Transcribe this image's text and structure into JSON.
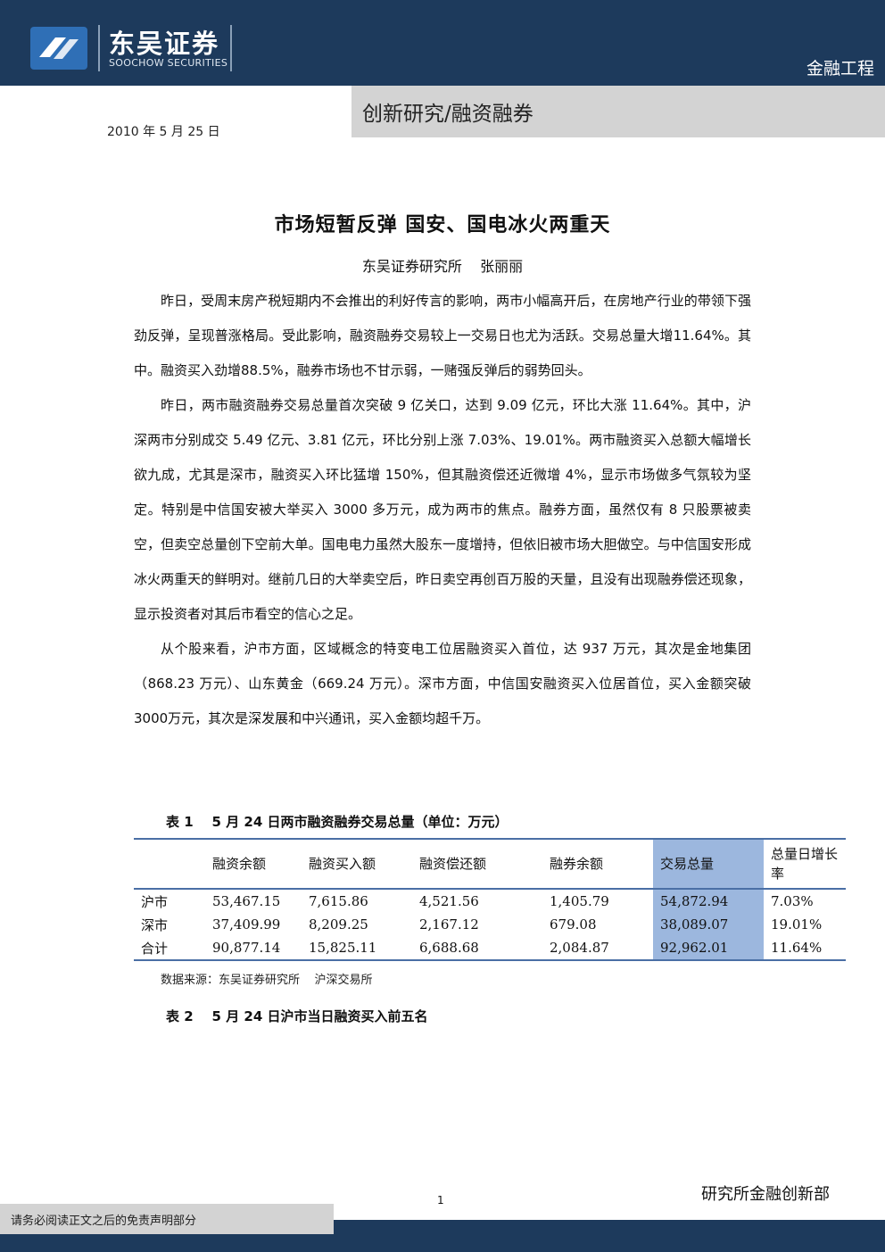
{
  "header": {
    "logo_cn": "东吴证券",
    "logo_en": "SOOCHOW SECURITIES",
    "sector": "金融工程",
    "section": "创新研究/融资融券",
    "date": "2010 年 5 月 25 日"
  },
  "title": "市场短暂反弹  国安、国电冰火两重天",
  "byline": "东吴证券研究所    张丽丽",
  "paragraphs": [
    "昨日，受周末房产税短期内不会推出的利好传言的影响，两市小幅高开后，在房地产行业的带领下强劲反弹，呈现普涨格局。受此影响，融资融券交易较上一交易日也尤为活跃。交易总量大增11.64%。其中。融资买入劲增88.5%，融券市场也不甘示弱，一赌强反弹后的弱势回头。",
    "昨日，两市融资融券交易总量首次突破 9 亿关口，达到 9.09 亿元，环比大涨 11.64%。其中，沪深两市分别成交 5.49 亿元、3.81 亿元，环比分别上涨 7.03%、19.01%。两市融资买入总额大幅增长欲九成，尤其是深市，融资买入环比猛增 150%，但其融资偿还近微增 4%，显示市场做多气氛较为坚定。特别是中信国安被大举买入 3000 多万元，成为两市的焦点。融券方面，虽然仅有 8 只股票被卖空，但卖空总量创下空前大单。国电电力虽然大股东一度增持，但依旧被市场大胆做空。与中信国安形成冰火两重天的鲜明对。继前几日的大举卖空后，昨日卖空再创百万股的天量，且没有出现融券偿还现象，显示投资者对其后市看空的信心之足。",
    "从个股来看，沪市方面，区域概念的特变电工位居融资买入首位，达 937 万元，其次是金地集团（868.23 万元）、山东黄金（669.24 万元）。深市方面，中信国安融资买入位居首位，买入金额突破3000万元，其次是深发展和中兴通讯，买入金额均超千万。"
  ],
  "table1": {
    "caption": "表 1    5 月 24 日两市融资融券交易总量（单位：万元）",
    "headers": [
      "",
      "融资余额",
      "融资买入额",
      "融资偿还额",
      "融券余额",
      "交易总量",
      "总量日增长率"
    ],
    "rows": [
      [
        "沪市",
        "53,467.15",
        "7,615.86",
        "4,521.56",
        "1,405.79",
        "54,872.94",
        "7.03%"
      ],
      [
        "深市",
        "37,409.99",
        "8,209.25",
        "2,167.12",
        "679.08",
        "38,089.07",
        "19.01%"
      ],
      [
        "合计",
        "90,877.14",
        "15,825.11",
        "6,688.68",
        "2,084.87",
        "92,962.01",
        "11.64%"
      ]
    ],
    "source": "数据来源：东吴证券研究所    沪深交易所"
  },
  "table2": {
    "caption": "表 2    5 月 24 日沪市当日融资买入前五名"
  },
  "footer": {
    "page": "1",
    "dept": "研究所金融创新部",
    "disclaimer": "请务必阅读正文之后的免责声明部分"
  },
  "colors": {
    "brand_navy": "#1d3a5c",
    "section_gray": "#d3d3d3",
    "table_highlight": "#9cb7de",
    "table_rule": "#4a6fa5"
  }
}
